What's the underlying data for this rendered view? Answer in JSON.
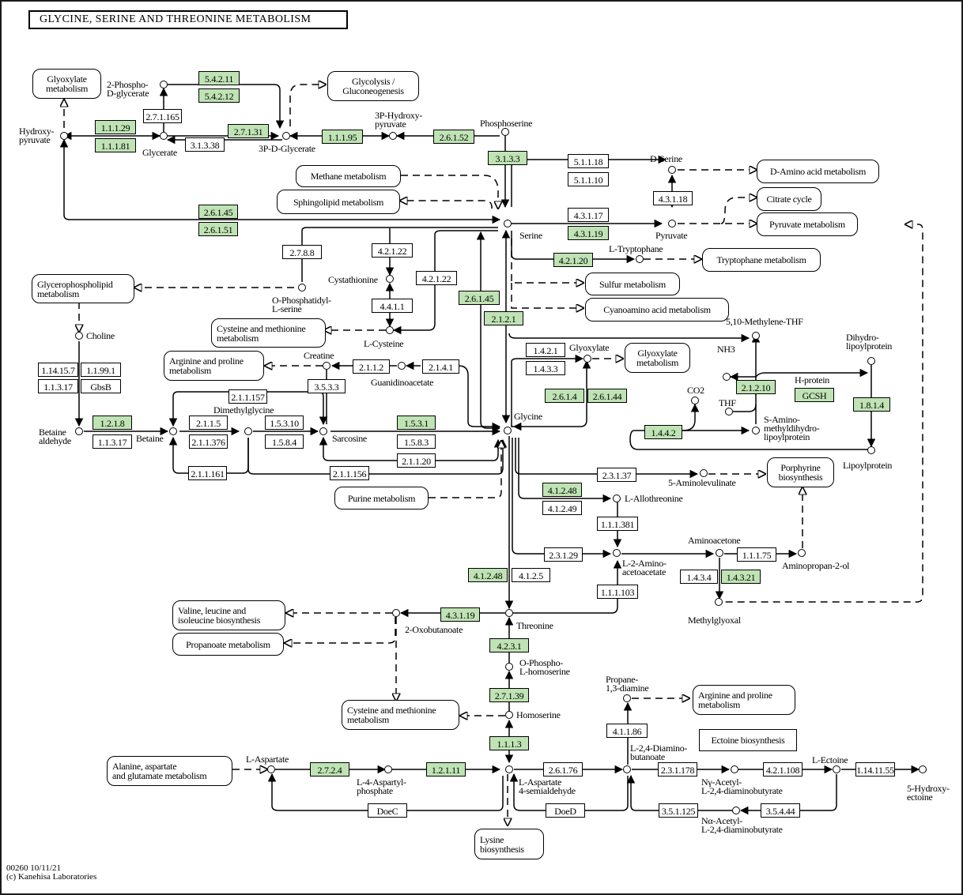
{
  "title": "GLYCINE, SERINE AND THREONINE METABOLISM",
  "highlight_color": "#bfe3b4",
  "footer": {
    "map_id_date": "00260 10/11/21",
    "copyright": "(c) Kanehisa Laboratories"
  },
  "compounds": {
    "hydroxypyruvate": "Hydroxy-\npyruvate",
    "phosphoglycerate2": "2-Phospho-\nD-glycerate",
    "glycerate": "Glycerate",
    "pgd3": "3P-D-Glycerate",
    "hydroxypyruvate3p": "3P-Hydroxy-\npyruvate",
    "phosphoserine": "Phosphoserine",
    "dserine": "D-Serine",
    "serine": "Serine",
    "pyruvate": "Pyruvate",
    "tryptophan": "L-Tryptophane",
    "cystathionine": "Cystathionine",
    "phosphatidylserine": "O-Phosphatidyl-\nL-serine",
    "cysteine": "L-Cysteine",
    "choline": "Choline",
    "creatine": "Creatine",
    "guanidinoacetate": "Guanidinoacetate",
    "betaine_aldehyde": "Betaine\naldehyde",
    "betaine": "Betaine",
    "dimethylglycine": "Dimethylglycine",
    "sarcosine": "Sarcosine",
    "glycine": "Glycine",
    "glyoxylate": "Glyoxylate",
    "methylene_thf": "5,10-Methylene-THF",
    "nh3": "NH3",
    "co2": "CO2",
    "thf": "THF",
    "dihydrolipoylprotein": "Dihydro-\nlipoylprotein",
    "hprotein": "H-protein",
    "aminomethyl": "S-Amino-\nmethyldihydro-\nlipoylprotein",
    "lipoylprotein": "Lipoylprotein",
    "aminolevulinate": "5-Aminolevulinate",
    "allothreonine": "L-Allothreonine",
    "aminoacetone": "Aminoacetone",
    "amino_oxobutanoate": "L-2-Amino-\nacetoacetate",
    "aminopropanol": "Aminopropan-2-ol",
    "methylglyoxal": "Methylglyoxal",
    "threonine": "Threonine",
    "oxobutanoate": "2-Oxobutanoate",
    "phosphohomoserine": "O-Phospho-\nL-homoserine",
    "homoserine": "Homoserine",
    "aspartate": "L-Aspartate",
    "aspartylphosphate": "L-4-Aspartyl-\nphosphate",
    "aspartate_semialdehyde": "L-Aspartate\n4-semialdehyde",
    "propanediamine": "Propane-\n1,3-diamine",
    "diaminobutanoate": "L-2,4-Diamino-\nbutanoate",
    "ny_acetyl": "Nγ-Acetyl-\nL-2,4-diaminobutyrate",
    "na_acetyl": "Nα-Acetyl-\nL-2,4-diaminobutyrate",
    "ectoine": "L-Ectoine",
    "hydroxyectoine": "5-Hydroxy-\nectoine"
  },
  "maps": {
    "glyoxylate1": "Glyoxylate\nmetabolism",
    "glycolysis": "Glycolysis /\nGluconeogenesis",
    "methane": "Methane metabolism",
    "sphingolipid": "Sphingolipid metabolism",
    "damino": "D-Amino acid metabolism",
    "citrate": "Citrate cycle",
    "pyruvate": "Pyruvate metabolism",
    "tryptophan": "Tryptophane metabolism",
    "sulfur": "Sulfur metabolism",
    "cyanoamino": "Cyanoamino acid metabolism",
    "glycerophospholipid": "Glycerophospholipid\nmetabolism",
    "cysmet1": "Cysteine and methionine\nmetabolism",
    "argpro1": "Arginine and proline\nmetabolism",
    "glyoxylate2": "Glyoxylate\nmetabolism",
    "porphyrin": "Porphyrine\nbiosynthesis",
    "purine": "Purine metabolism",
    "vli": "Valine, leucine and\nisoleucine biosynthesis",
    "propanoate": "Propanoate metabolism",
    "cysmet2": "Cysteine and methionine\nmetabolism",
    "alaasp": "Alanine, aspartate\nand glutamate metabolism",
    "lysine": "Lysine\nbiosynthesis",
    "argpro2": "Arginine and proline\nmetabolism",
    "ectoine": "Ectoine biosynthesis"
  },
  "enzymes": [
    {
      "id": "5.4.2.11",
      "hl": true
    },
    {
      "id": "5.4.2.12",
      "hl": true
    },
    {
      "id": "2.7.1.165",
      "hl": false
    },
    {
      "id": "1.1.1.29",
      "hl": true
    },
    {
      "id": "1.1.1.81",
      "hl": true
    },
    {
      "id": "2.7.1.31",
      "hl": true
    },
    {
      "id": "3.1.3.38",
      "hl": false
    },
    {
      "id": "1.1.1.95",
      "hl": true
    },
    {
      "id": "2.6.1.52",
      "hl": true
    },
    {
      "id": "3.1.3.3",
      "hl": true
    },
    {
      "id": "5.1.1.18",
      "hl": false
    },
    {
      "id": "5.1.1.10",
      "hl": false
    },
    {
      "id": "4.3.1.18",
      "hl": false
    },
    {
      "id": "4.3.1.17",
      "hl": false
    },
    {
      "id": "4.3.1.19",
      "hl": true
    },
    {
      "id": "2.6.1.45",
      "hl": true
    },
    {
      "id": "2.6.1.51",
      "hl": true
    },
    {
      "id": "4.2.1.20",
      "hl": true
    },
    {
      "id": "2.7.8.8",
      "hl": false
    },
    {
      "id": "4.2.1.22",
      "hl": false
    },
    {
      "id": "4.2.1.22",
      "hl": false
    },
    {
      "id": "4.4.1.1",
      "hl": false
    },
    {
      "id": "2.6.1.45",
      "hl": true
    },
    {
      "id": "2.1.2.1",
      "hl": true
    },
    {
      "id": "1.14.15.7",
      "hl": false
    },
    {
      "id": "1.1.99.1",
      "hl": false
    },
    {
      "id": "1.1.3.17",
      "hl": false
    },
    {
      "id": "GbsB",
      "hl": false
    },
    {
      "id": "2.1.1.2",
      "hl": false
    },
    {
      "id": "2.1.4.1",
      "hl": false
    },
    {
      "id": "3.5.3.3",
      "hl": false
    },
    {
      "id": "2.1.1.157",
      "hl": false
    },
    {
      "id": "1.2.1.8",
      "hl": true
    },
    {
      "id": "1.1.3.17",
      "hl": false
    },
    {
      "id": "2.1.1.5",
      "hl": false
    },
    {
      "id": "2.1.1.376",
      "hl": false
    },
    {
      "id": "1.5.3.10",
      "hl": false
    },
    {
      "id": "1.5.8.4",
      "hl": false
    },
    {
      "id": "1.5.3.1",
      "hl": true
    },
    {
      "id": "1.5.8.3",
      "hl": false
    },
    {
      "id": "2.1.1.20",
      "hl": false
    },
    {
      "id": "2.1.1.161",
      "hl": false
    },
    {
      "id": "2.1.1.156",
      "hl": false
    },
    {
      "id": "1.4.2.1",
      "hl": false
    },
    {
      "id": "1.4.3.3",
      "hl": false
    },
    {
      "id": "2.6.1.4",
      "hl": true
    },
    {
      "id": "2.6.1.44",
      "hl": true
    },
    {
      "id": "2.1.2.10",
      "hl": true
    },
    {
      "id": "GCSH",
      "hl": true
    },
    {
      "id": "1.8.1.4",
      "hl": true
    },
    {
      "id": "1.4.4.2",
      "hl": true
    },
    {
      "id": "2.3.1.37",
      "hl": false
    },
    {
      "id": "4.1.2.48",
      "hl": true
    },
    {
      "id": "4.1.2.49",
      "hl": false
    },
    {
      "id": "1.1.1.381",
      "hl": false
    },
    {
      "id": "2.3.1.29",
      "hl": false
    },
    {
      "id": "1.1.1.75",
      "hl": false
    },
    {
      "id": "1.4.3.4",
      "hl": false
    },
    {
      "id": "1.4.3.21",
      "hl": true
    },
    {
      "id": "4.1.2.48",
      "hl": true
    },
    {
      "id": "4.1.2.5",
      "hl": false
    },
    {
      "id": "1.1.1.103",
      "hl": false
    },
    {
      "id": "4.3.1.19",
      "hl": true
    },
    {
      "id": "4.2.3.1",
      "hl": true
    },
    {
      "id": "2.7.1.39",
      "hl": true
    },
    {
      "id": "1.1.1.3",
      "hl": true
    },
    {
      "id": "2.7.2.4",
      "hl": true
    },
    {
      "id": "1.2.1.11",
      "hl": true
    },
    {
      "id": "DoeC",
      "hl": false
    },
    {
      "id": "2.6.1.76",
      "hl": false
    },
    {
      "id": "DoeD",
      "hl": false
    },
    {
      "id": "4.1.1.86",
      "hl": false
    },
    {
      "id": "2.3.1.178",
      "hl": false
    },
    {
      "id": "4.2.1.108",
      "hl": false
    },
    {
      "id": "1.14.11.55",
      "hl": false
    },
    {
      "id": "3.5.1.125",
      "hl": false
    },
    {
      "id": "3.5.4.44",
      "hl": false
    }
  ]
}
